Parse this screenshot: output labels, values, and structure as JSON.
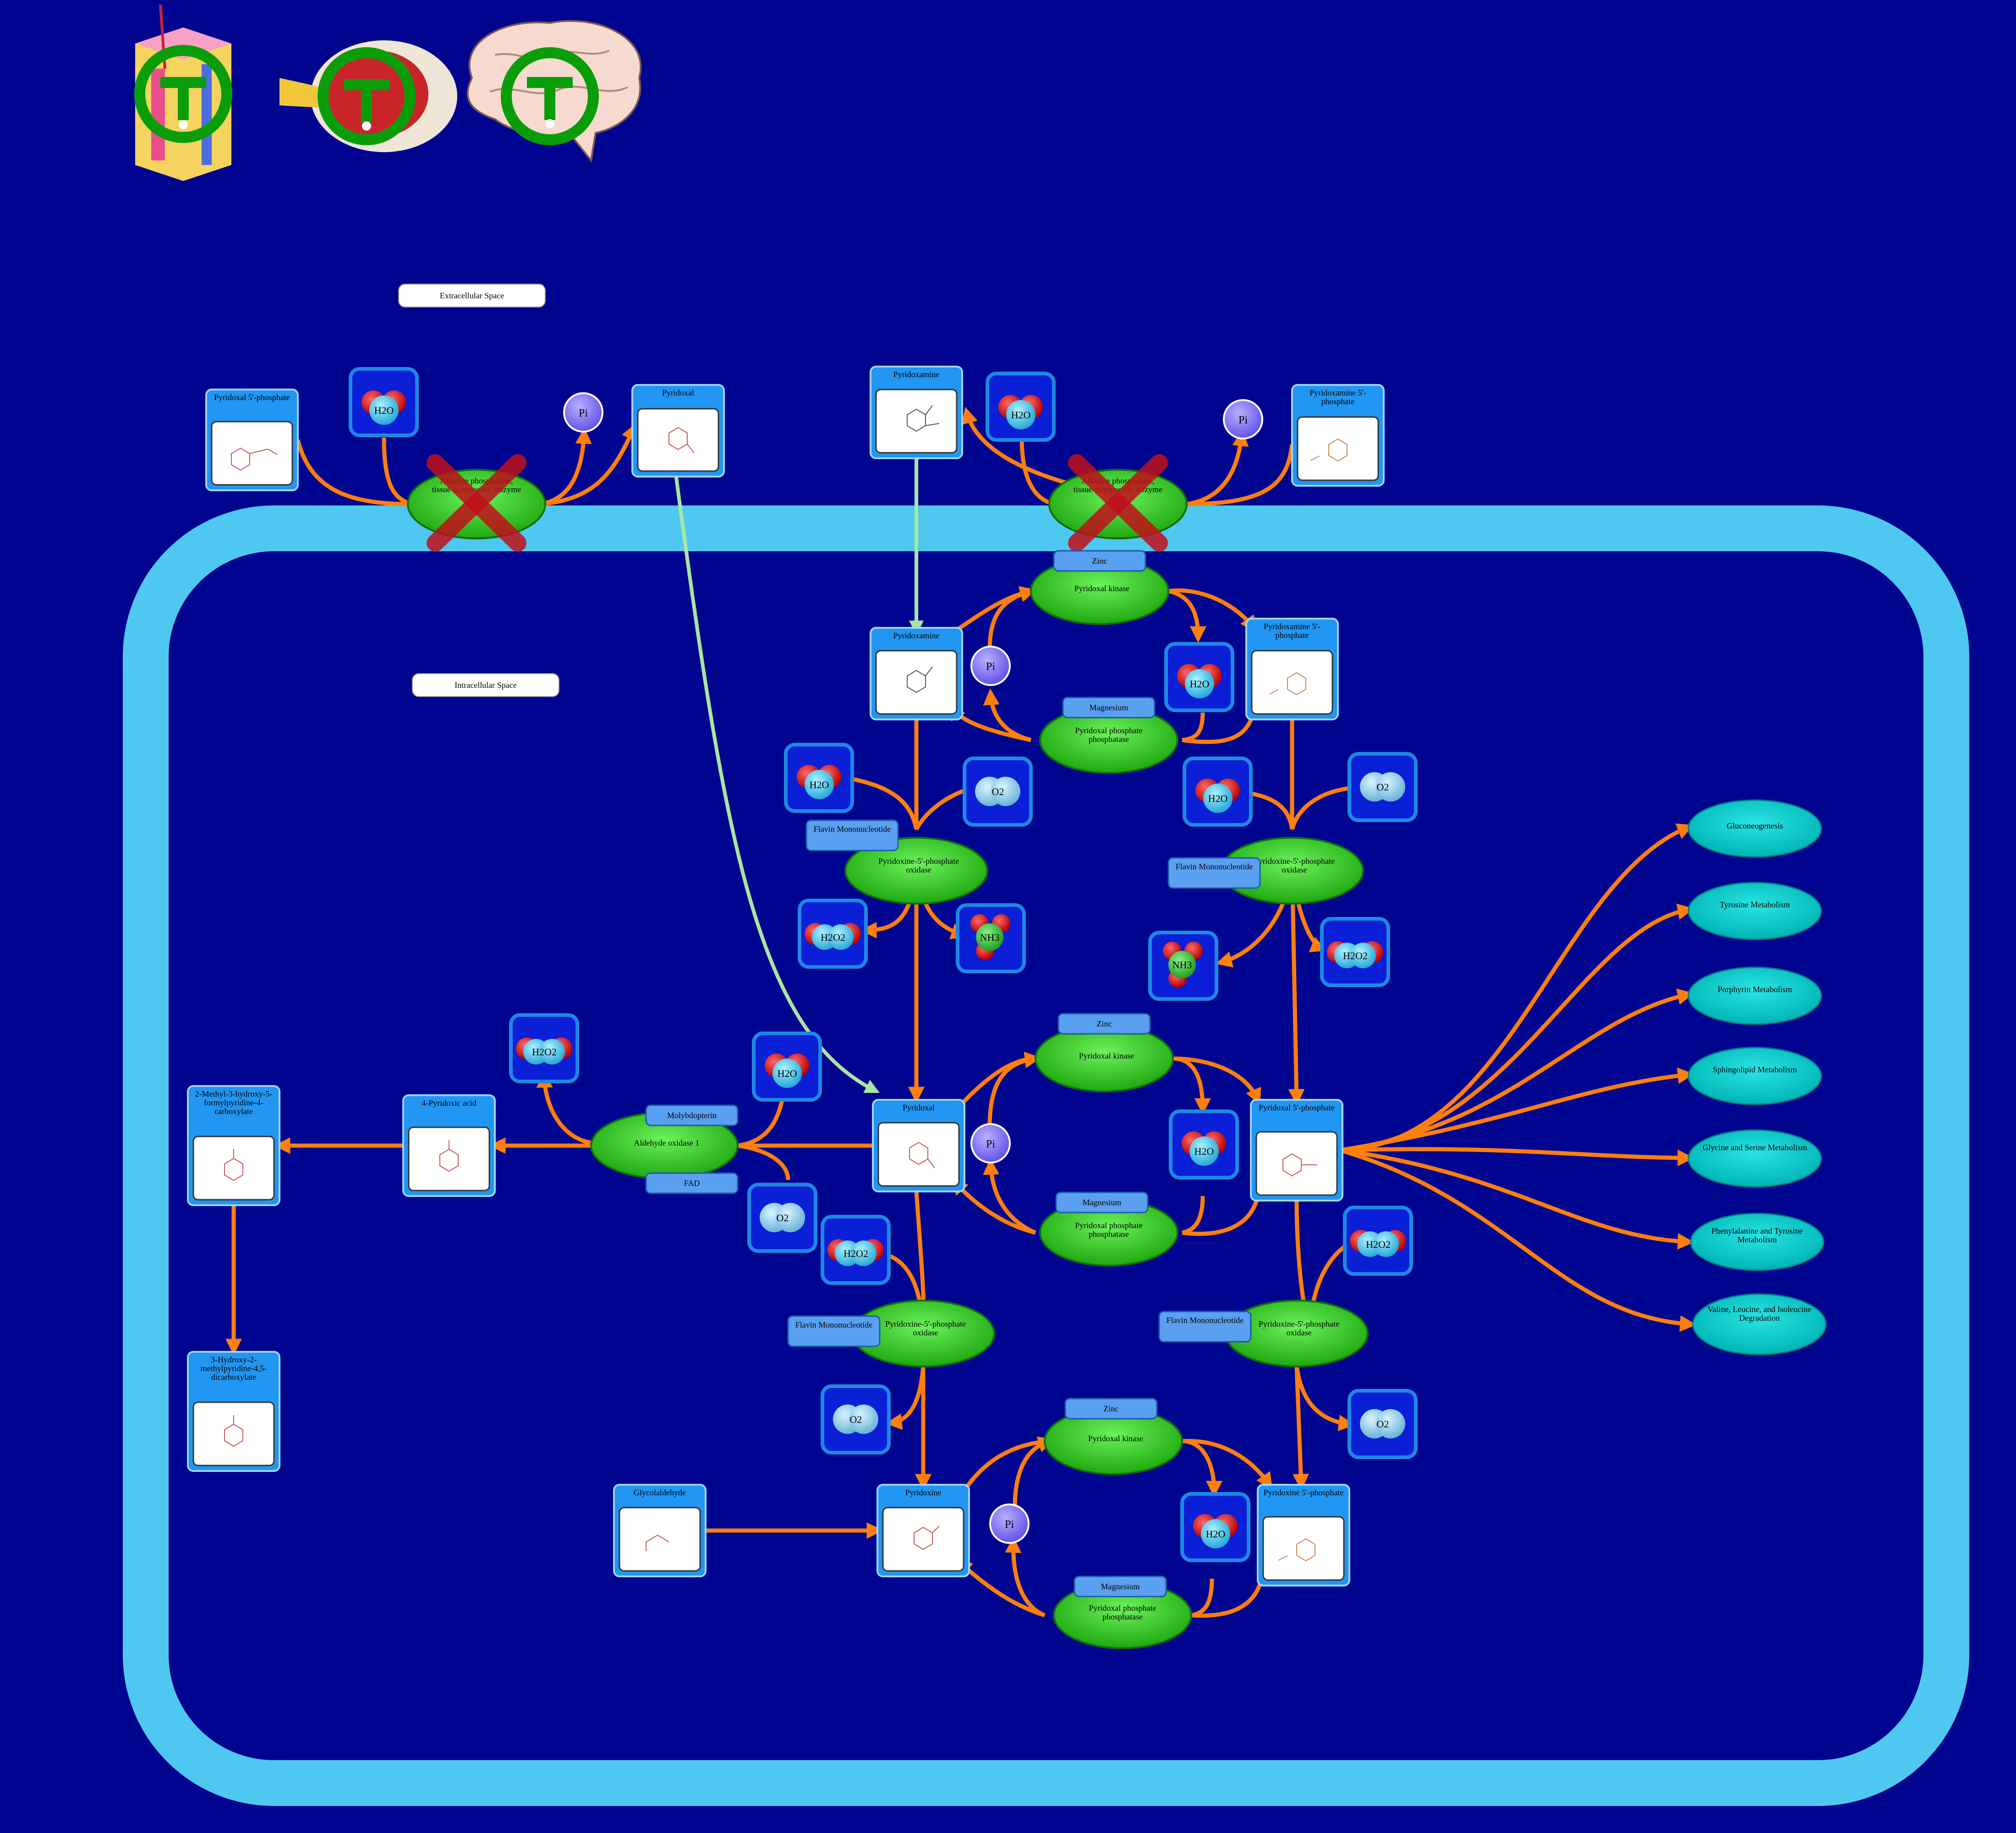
{
  "compartments": {
    "extracellular": "Extracellular Space",
    "intracellular": "Intracellular Space"
  },
  "colors": {
    "background": "#00058f",
    "membrane": "#4ec8f0",
    "arrow": "#ff7f0e",
    "transport": "#a8e6a1",
    "enzyme": "#2ec41e",
    "cofactor": "#5aa0f0",
    "pathway": "#00cccc",
    "compound_header": "#2196f3",
    "small_molecule_box": "#0a1fd6",
    "phosphate": "#7a6bf5"
  },
  "tissue_icons": [
    "skin-icon",
    "eye-icon",
    "brain-icon"
  ],
  "compounds": {
    "ext_pl5p": "Pyridoxal 5'-phosphate",
    "ext_pl": "Pyridoxal",
    "ext_pm": "Pyridoxamine",
    "ext_pm5p": "Pyridoxamine 5'-phosphate",
    "pm": "Pyridoxamine",
    "pm5p": "Pyridoxamine 5'-phosphate",
    "pl": "Pyridoxal",
    "pl5p": "Pyridoxal 5'-phosphate",
    "pn": "Pyridoxine",
    "pn5p": "Pyridoxine 5'-phosphate",
    "glycolaldehyde": "Glycolaldehyde",
    "pyridoxic": "4-Pyridoxic acid",
    "methyl_formyl": "2-Methyl-3-hydroxy-5-formylpyridine-4-carboxylate",
    "hydroxy_dicarb": "3-Hydroxy-2-methylpyridine-4,5-dicarboxylate"
  },
  "enzymes": {
    "alp": "Alkaline phosphatase, tissue-nonspecific isozyme",
    "pdxk": "Pyridoxal kinase",
    "pdxp": "Pyridoxal phosphate phosphatase",
    "pnpo": "Pyridoxine-5'-phosphate oxidase",
    "aox": "Aldehyde oxidase 1"
  },
  "cofactors": {
    "zinc": "Zinc",
    "magnesium": "Magnesium",
    "fmn": "Flavin Mononucleotide",
    "moco": "Molybdopterin",
    "fad": "FAD"
  },
  "small_molecules": {
    "h2o": "H2O",
    "o2": "O2",
    "h2o2": "H2O2",
    "nh3": "NH3",
    "pi": "Pi"
  },
  "pathways": [
    "Gluconeogenesis",
    "Tyrosine Metabolism",
    "Porphyrin Metabolism",
    "Sphingolipid Metabolism",
    "Glycine and Serine Metabolism",
    "Phenylalanine and Tyrosine Metabolism",
    "Valine, Leucine, and Isoleucine Degradation"
  ]
}
